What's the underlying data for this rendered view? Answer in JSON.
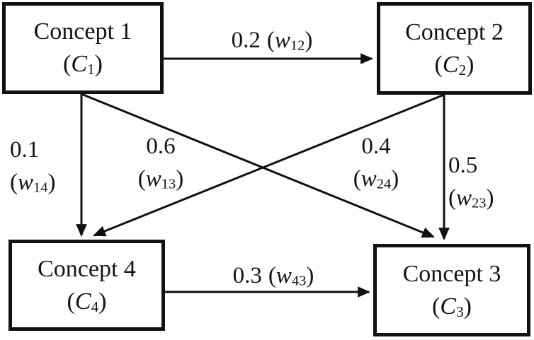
{
  "diagram": {
    "colors": {
      "ink": "#111111",
      "background": "#ffffff"
    },
    "nodes": [
      {
        "id": "C1",
        "title": "Concept 1",
        "paren_open": "(",
        "letter": "C",
        "sub": "1",
        "paren_close": ")"
      },
      {
        "id": "C2",
        "title": "Concept 2",
        "paren_open": "(",
        "letter": "C",
        "sub": "2",
        "paren_close": ")"
      },
      {
        "id": "C3",
        "title": "Concept 3",
        "paren_open": "(",
        "letter": "C",
        "sub": "3",
        "paren_close": ")"
      },
      {
        "id": "C4",
        "title": "Concept 4",
        "paren_open": "(",
        "letter": "C",
        "sub": "4",
        "paren_close": ")"
      }
    ],
    "edges": [
      {
        "from": "C1",
        "to": "C2",
        "weight": "0.2",
        "paren_open": "(",
        "wletter": "w",
        "wsub": "12",
        "paren_close": ")"
      },
      {
        "from": "C1",
        "to": "C4",
        "weight": "0.1",
        "paren_open": "(",
        "wletter": "w",
        "wsub": "14",
        "paren_close": ")"
      },
      {
        "from": "C1",
        "to": "C3",
        "weight": "0.6",
        "paren_open": "(",
        "wletter": "w",
        "wsub": "13",
        "paren_close": ")"
      },
      {
        "from": "C2",
        "to": "C4",
        "weight": "0.4",
        "paren_open": "(",
        "wletter": "w",
        "wsub": "24",
        "paren_close": ")"
      },
      {
        "from": "C2",
        "to": "C3",
        "weight": "0.5",
        "paren_open": "(",
        "wletter": "w",
        "wsub": "23",
        "paren_close": ")"
      },
      {
        "from": "C4",
        "to": "C3",
        "weight": "0.3",
        "paren_open": "(",
        "wletter": "w",
        "wsub": "43",
        "paren_close": ")"
      }
    ]
  }
}
